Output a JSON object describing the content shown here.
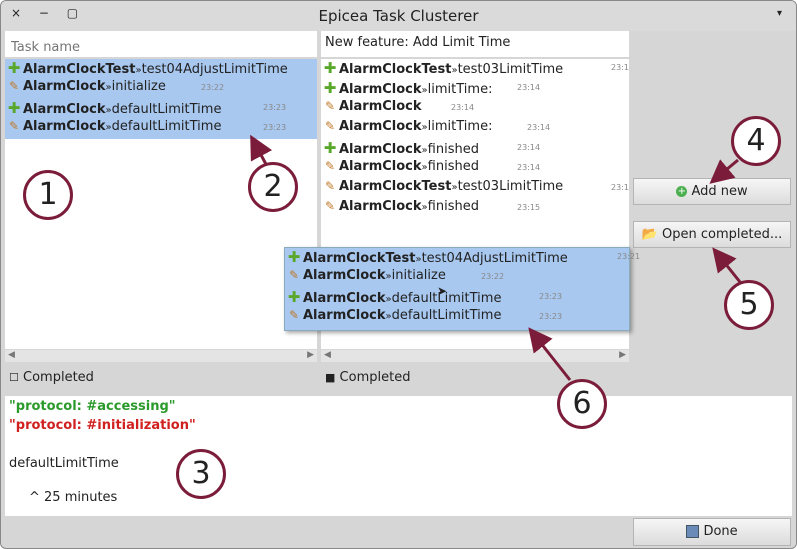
{
  "window": {
    "title": "Epicea Task Clusterer",
    "controls": "× − ▢",
    "menu_glyph": "▾"
  },
  "search": {
    "placeholder": "Task name"
  },
  "task_name": {
    "value": "New feature: Add Limit Time"
  },
  "left_list": [
    {
      "icon": "plus",
      "cls": "AlarmClockTest",
      "sep": "»",
      "method": "test04AdjustLimitTime",
      "time": "",
      "selected": true
    },
    {
      "icon": "pencil",
      "cls": "AlarmClock",
      "sep": "»",
      "method": "initialize",
      "time": "23:22",
      "selected": true
    },
    {
      "icon": "plus",
      "cls": "AlarmClock",
      "sep": "»",
      "method": "defaultLimitTime",
      "time": "23:23",
      "selected": true
    },
    {
      "icon": "pencil",
      "cls": "AlarmClock",
      "sep": "»",
      "method": "defaultLimitTime",
      "time": "23:23",
      "selected": true
    }
  ],
  "mid_list": [
    {
      "icon": "plus",
      "cls": "AlarmClockTest",
      "sep": "»",
      "method": "test03LimitTime",
      "time": "23:1"
    },
    {
      "icon": "plus",
      "cls": "AlarmClock",
      "sep": "»",
      "method": "limitTime:",
      "time": "23:14"
    },
    {
      "icon": "pencil",
      "cls": "AlarmClock",
      "sep": "",
      "method": "",
      "time": "23:14"
    },
    {
      "icon": "pencil",
      "cls": "AlarmClock",
      "sep": "»",
      "method": "limitTime:",
      "time": "23:14"
    },
    {
      "icon": "plus",
      "cls": "AlarmClock",
      "sep": "»",
      "method": "finished",
      "time": "23:14"
    },
    {
      "icon": "pencil",
      "cls": "AlarmClock",
      "sep": "»",
      "method": "finished",
      "time": "23:14"
    },
    {
      "icon": "pencil",
      "cls": "AlarmClockTest",
      "sep": "»",
      "method": "test03LimitTime",
      "time": "23:1"
    },
    {
      "icon": "pencil",
      "cls": "AlarmClock",
      "sep": "»",
      "method": "finished",
      "time": "23:15"
    }
  ],
  "drag_popup": [
    {
      "icon": "plus",
      "cls": "AlarmClockTest",
      "sep": "»",
      "method": "test04AdjustLimitTime",
      "time": "23:21"
    },
    {
      "icon": "pencil",
      "cls": "AlarmClock",
      "sep": "»",
      "method": "initialize",
      "time": "23:22"
    },
    {
      "icon": "plus",
      "cls": "AlarmClock",
      "sep": "»",
      "method": "defaultLimitTime",
      "time": "23:23"
    },
    {
      "icon": "pencil",
      "cls": "AlarmClock",
      "sep": "»",
      "method": "defaultLimitTime",
      "time": "23:23"
    }
  ],
  "left_completed": {
    "label": "Completed",
    "checked": false
  },
  "mid_completed": {
    "label": "Completed",
    "checked": true
  },
  "buttons": {
    "add_new": "Add new",
    "open_completed": "Open completed...",
    "done": "Done"
  },
  "details": {
    "protocol_green": "\"protocol: #accessing\"",
    "protocol_red": "\"protocol: #initialization\"",
    "selector": "defaultLimitTime",
    "duration": "^ 25 minutes"
  },
  "callouts": [
    "1",
    "2",
    "3",
    "4",
    "5",
    "6"
  ],
  "colors": {
    "selection": "#a8c8f0",
    "callout_border": "#7b1d3a",
    "green_text": "#2a9a2a",
    "red_text": "#d02020",
    "plus_icon": "#59a82c",
    "pencil_icon": "#c07a2a"
  }
}
